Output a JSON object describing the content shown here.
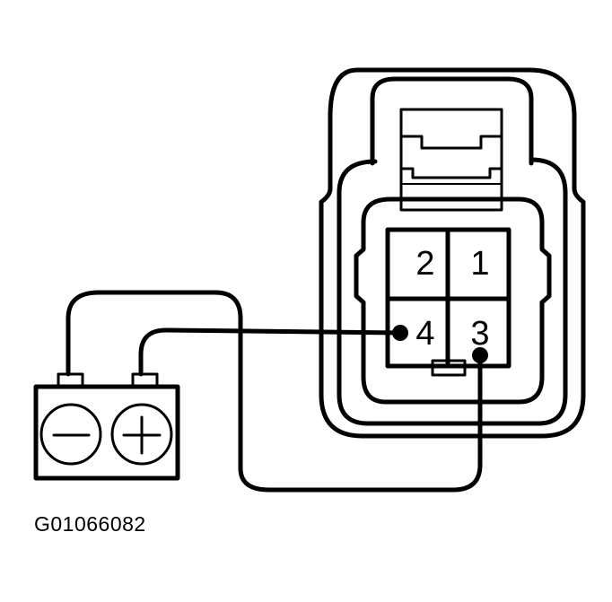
{
  "connector": {
    "pins": [
      {
        "number": "2"
      },
      {
        "number": "1"
      },
      {
        "number": "4"
      },
      {
        "number": "3"
      }
    ]
  },
  "battery": {
    "negative_symbol": "−",
    "positive_symbol": "+"
  },
  "figure": {
    "id": "G01066082"
  },
  "colors": {
    "line": "#000000",
    "background": "#ffffff"
  }
}
